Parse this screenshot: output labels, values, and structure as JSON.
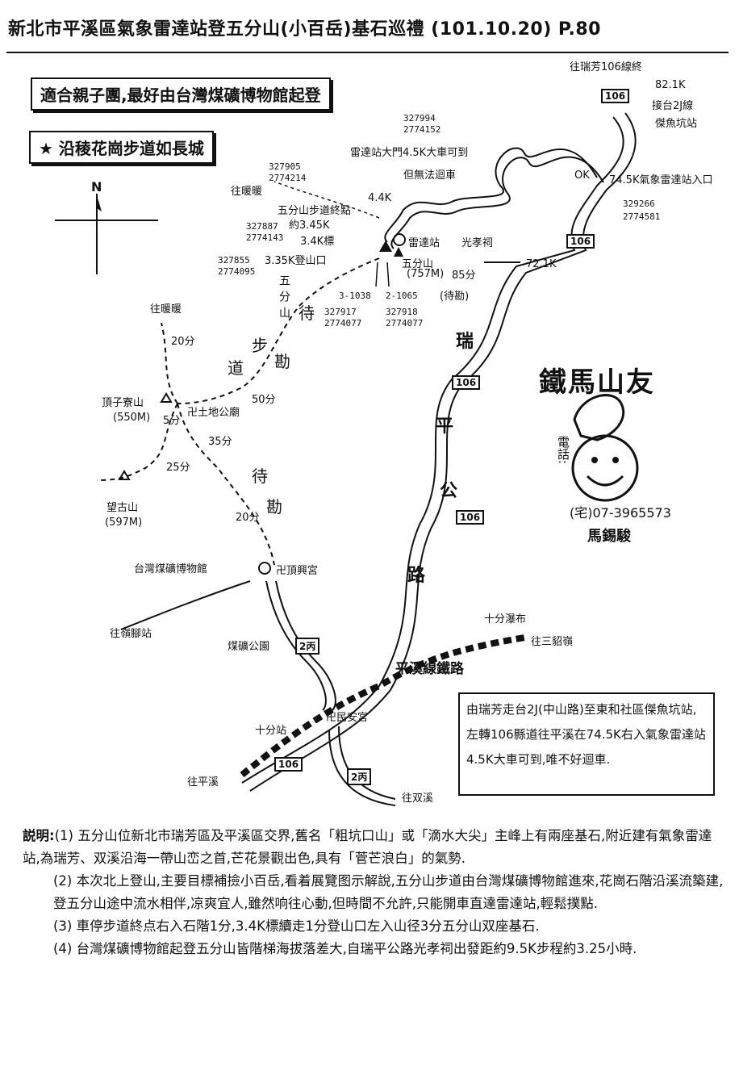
{
  "header": {
    "title": "新北市平溪區氣象雷達站登五分山(小百岳)基石巡禮 (101.10.20) P.80"
  },
  "banners": {
    "b1": "適合親子團,最好由台灣煤礦博物館起登",
    "b2": "★ 沿稜花崗步道如長城"
  },
  "compass": {
    "north": "N"
  },
  "places": {
    "to_ruifang": "往瑞芳106線終",
    "ruifang_km": "82.1K",
    "ruifang_link1": "接台2J線",
    "ruifang_link2": "傑魚坑站",
    "radar_gate": "雷達站大門4.5K大車可到",
    "radar_gate2": "但無法迴車",
    "gate_coord1": "327994",
    "gate_coord2": "2774152",
    "entrance": "74.5K氣象雷達站入口",
    "entrance_coord1": "329266",
    "entrance_coord2": "2774581",
    "ok": "OK",
    "to_nuannuan_top": "往暖暖",
    "nn_coord1": "327905",
    "nn_coord2": "2774214",
    "trail_end": "五分山步道終點",
    "trail_end_km": "約3.45K",
    "km44": "4.4K",
    "km34": "3.4K標",
    "c1a": "327887",
    "c1b": "2774143",
    "km335": "3.35K登山口",
    "c2a": "327855",
    "c2b": "2774095",
    "radar_station": "雷達站",
    "guangxiao": "光孝祠",
    "km721": "72.1K",
    "wufen_peak": "五分山",
    "wufen_height": "(757M)",
    "min85": "85分",
    "wait_note": "(待勘)",
    "stone3": "3-1038",
    "stone2": "2-1065",
    "s3a": "327917",
    "s3b": "2774077",
    "s2a": "327918",
    "s2b": "2774077",
    "to_nuannuan_left": "往暖暖",
    "min20a": "20分",
    "dingzi": "頂子寮山",
    "dingzi_h": "(550M)",
    "min5": "5分",
    "tudi": "卍土地公廟",
    "min50": "50分",
    "min35": "35分",
    "min25": "25分",
    "wanggu": "望古山",
    "wanggu_h": "(597M)",
    "min20b": "20分",
    "museum": "台灣煤礦博物館",
    "dingding": "卍頂興宮",
    "to_lingjiao": "往嶺腳站",
    "coal_park": "煤礦公園",
    "shifen_falls": "十分瀑布",
    "to_sandiaoling": "往三貂嶺",
    "pingxi_rail": "平溪線鐵路",
    "shifen_station": "十分站",
    "anan": "卍民安宮",
    "to_pingxi": "往平溪",
    "to_shuangxi": "往双溪"
  },
  "roads": {
    "r106": "106",
    "r2": "2丙"
  },
  "vertical": {
    "rui": "瑞",
    "ping": "平",
    "gong": "公",
    "lu": "路",
    "trail1": "五分山",
    "trail_dai": "待",
    "trail_dao": "道",
    "trail_bu": "步",
    "trail_kan": "勘",
    "mid_dai": "待",
    "mid_kan": "勘"
  },
  "logo": {
    "name": "鐵馬山友",
    "phone_label": "電話:",
    "phone_num": "(宅)07-3965573",
    "author": "馬錫駿"
  },
  "infobox": {
    "text": "由瑞芳走台2J(中山路)至東和社區傑魚坑站,左轉106縣道往平溪在74.5K右入氣象雷達站4.5K大車可到,唯不好迴車."
  },
  "notes": {
    "head": "説明:",
    "n1_num": "(1)",
    "n1": "五分山位新北市瑞芳區及平溪區交界,舊名「粗坑口山」或「滴水大尖」主峰上有兩座基石,附近建有氣象雷達站,為瑞芳、双溪沿海一帶山峦之首,芒花景觀出色,具有「菅芒浪白」的氣勢.",
    "n2_num": "(2)",
    "n2": "本次北上登山,主要目標補撿小百岳,看着展覽图示解說,五分山步道由台灣煤礦博物館進來,花崗石階沿溪流築建,登五分山途中流水相伴,凉爽宜人,雖然响往心動,但時間不允許,只能開車直達雷達站,輕鬆撲點.",
    "n3_num": "(3)",
    "n3": "車停步道終点右入石階1分,3.4K標續走1分登山口左入山径3分五分山双座基石.",
    "n4_num": "(4)",
    "n4": "台灣煤礦博物館起登五分山皆階梯海拔落差大,自瑞平公路光孝祠出發距約9.5K步程約3.25小時."
  }
}
